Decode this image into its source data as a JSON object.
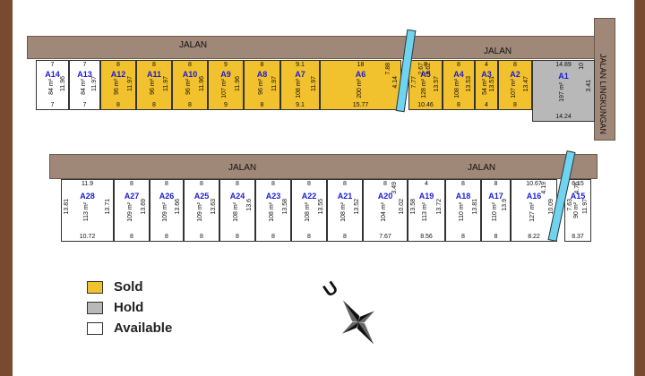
{
  "roads": {
    "top_left": "JALAN",
    "top_right": "JALAN",
    "side": "JALAN LINGKUNGAN",
    "bottom_left": "JALAN",
    "bottom_right": "JALAN"
  },
  "legend": [
    {
      "label": "Sold",
      "color": "#f2c12e"
    },
    {
      "label": "Hold",
      "color": "#b8b8b8"
    },
    {
      "label": "Available",
      "color": "#ffffff"
    }
  ],
  "compass": {
    "north_letter": "U"
  },
  "colors": {
    "sold": "#f2c12e",
    "hold": "#b8b8b8",
    "available": "#ffffff",
    "road": "#a08878",
    "frame": "#7a4a30",
    "code": "#1c1cd6"
  },
  "row_top": [
    {
      "code": "A14",
      "area": "84 m²",
      "top": "7",
      "bottom": "7",
      "right": "11.96",
      "status": "available"
    },
    {
      "code": "A13",
      "area": "84 m²",
      "top": "7",
      "bottom": "7",
      "right": "11.97",
      "status": "available"
    },
    {
      "code": "A12",
      "area": "96 m²",
      "top": "8",
      "bottom": "8",
      "right": "11.97",
      "status": "sold"
    },
    {
      "code": "A11",
      "area": "96 m²",
      "top": "8",
      "bottom": "8",
      "right": "11.97",
      "status": "sold"
    },
    {
      "code": "A10",
      "area": "96 m²",
      "top": "8",
      "bottom": "8",
      "right": "11.96",
      "status": "sold"
    },
    {
      "code": "A9",
      "area": "107 m²",
      "top": "9",
      "bottom": "9",
      "right": "11.96",
      "status": "sold"
    },
    {
      "code": "A8",
      "area": "96 m²",
      "top": "8",
      "bottom": "8",
      "right": "11.97",
      "status": "sold"
    },
    {
      "code": "A7",
      "area": "108 m²",
      "top": "9.1",
      "bottom": "9.1",
      "right": "11.97",
      "status": "sold"
    },
    {
      "code": "A6",
      "area": "200 m²",
      "top": "18",
      "bottom": "15.77",
      "right": "4.14",
      "right2": "7.88",
      "status": "sold"
    },
    {
      "code": "A5",
      "area": "128 m²",
      "top": "8",
      "bottom": "10.46",
      "left": "7.77",
      "left2": "2.67",
      "left3": "3.62",
      "right": "13.57",
      "status": "sold"
    },
    {
      "code": "A4",
      "area": "108 m²",
      "top": "8",
      "bottom": "8",
      "right": "13.53",
      "status": "sold"
    },
    {
      "code": "A3",
      "area": "54 m²",
      "top": "4",
      "bottom": "4",
      "right": "13.51",
      "status": "sold"
    },
    {
      "code": "A2",
      "area": "107 m²",
      "top": "8",
      "bottom": "8",
      "right": "13.47",
      "status": "sold"
    },
    {
      "code": "A1",
      "area": "197 m²",
      "top": "14.89",
      "bottom": "14.24",
      "right": "3.41",
      "right2": "10",
      "status": "hold"
    }
  ],
  "row_bottom": [
    {
      "code": "A28",
      "area": "113 m²",
      "top": "11.9",
      "bottom": "10.72",
      "left": "13.81",
      "right": "13.71",
      "status": "available"
    },
    {
      "code": "A27",
      "area": "109 m²",
      "top": "8",
      "bottom": "8",
      "right": "13.69",
      "status": "available"
    },
    {
      "code": "A26",
      "area": "109 m²",
      "top": "8",
      "bottom": "8",
      "right": "13.66",
      "status": "available"
    },
    {
      "code": "A25",
      "area": "109 m²",
      "top": "8",
      "bottom": "8",
      "right": "13.63",
      "status": "available"
    },
    {
      "code": "A24",
      "area": "108 m²",
      "top": "8",
      "bottom": "8",
      "right": "13.6",
      "status": "available"
    },
    {
      "code": "A23",
      "area": "108 m²",
      "top": "8",
      "bottom": "8",
      "right": "13.58",
      "status": "available"
    },
    {
      "code": "A22",
      "area": "108 m²",
      "top": "8",
      "bottom": "8",
      "right": "13.55",
      "status": "available"
    },
    {
      "code": "A21",
      "area": "108 m²",
      "top": "8",
      "bottom": "8",
      "right": "13.52",
      "status": "available"
    },
    {
      "code": "A20",
      "area": "104 m²",
      "top": "8",
      "bottom": "7.67",
      "right": "10.02",
      "right2": "3.49",
      "status": "available"
    },
    {
      "code": "A19",
      "area": "113 m²",
      "top": "4",
      "bottom": "8.56",
      "left": "13.58",
      "right": "13.72",
      "status": "available"
    },
    {
      "code": "A18",
      "area": "110 m²",
      "top": "8",
      "bottom": "8",
      "right": "13.81",
      "status": "available"
    },
    {
      "code": "A17",
      "area": "110 m²",
      "top": "8",
      "bottom": "8",
      "right": "13.9",
      "status": "available"
    },
    {
      "code": "A16",
      "area": "127 m²",
      "top": "10.67",
      "bottom": "8.22",
      "right": "10.09",
      "right2": "4.19",
      "status": "available"
    },
    {
      "code": "A15",
      "area": "90 m²",
      "top": "6.15",
      "bottom": "8.37",
      "left": "7.63",
      "left2": "4.76",
      "right": "11.97",
      "status": "available"
    }
  ]
}
